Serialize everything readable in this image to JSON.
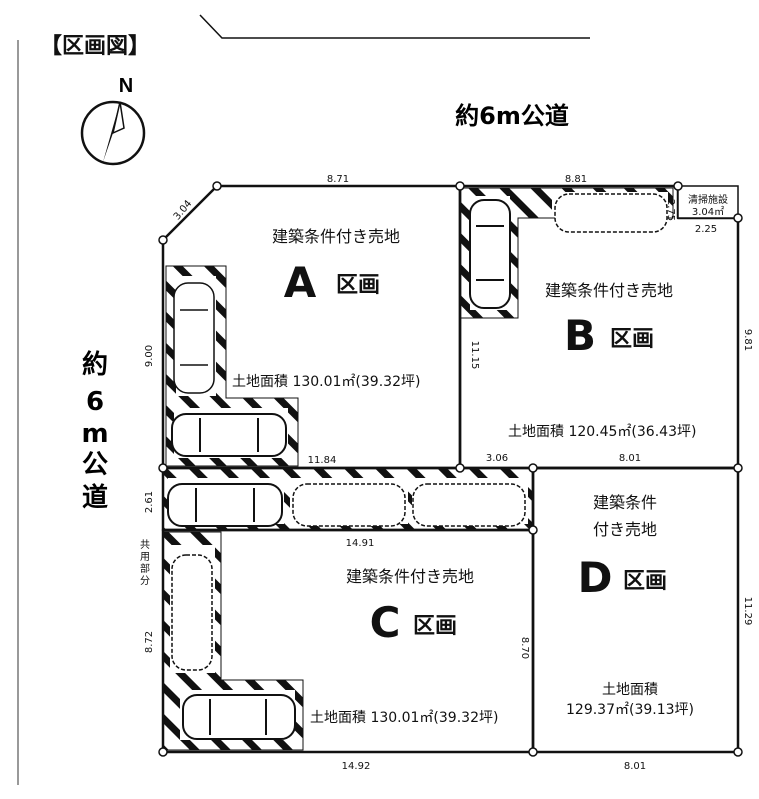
{
  "header": {
    "title": "【区画図】"
  },
  "roads": {
    "north": "約6m公道",
    "west": [
      "約",
      "6",
      "m",
      "公",
      "道"
    ]
  },
  "compass": {
    "label": "N"
  },
  "lots": [
    {
      "id": "A",
      "condition": [
        "建築条件付き売地"
      ],
      "name": "A",
      "suffix": "区画",
      "area": "土地面積 130.01㎡(39.32坪)"
    },
    {
      "id": "B",
      "condition": [
        "建築条件付き売地"
      ],
      "name": "B",
      "suffix": "区画",
      "area": "土地面積 120.45㎡(36.43坪)"
    },
    {
      "id": "C",
      "condition": [
        "建築条件付き売地"
      ],
      "name": "C",
      "suffix": "区画",
      "area": "土地面積 130.01㎡(39.32坪)"
    },
    {
      "id": "D",
      "condition": [
        "建築条件",
        "付き売地"
      ],
      "name": "D",
      "suffix": "区画",
      "area_lines": [
        "土地面積",
        "129.37㎡(39.13坪)"
      ]
    }
  ],
  "facility": {
    "name": "清掃施設",
    "area": "3.04㎡"
  },
  "shared": [
    "共",
    "用",
    "部",
    "分"
  ],
  "dimensions": [
    "8.71",
    "8.81",
    "3.04",
    "9.00",
    "11.15",
    "9.81",
    "2.25",
    "2.75",
    "11.84",
    "3.06",
    "8.01",
    "2.61",
    "14.91",
    "8.72",
    "8.70",
    "11.29",
    "14.92",
    "8.01"
  ]
}
